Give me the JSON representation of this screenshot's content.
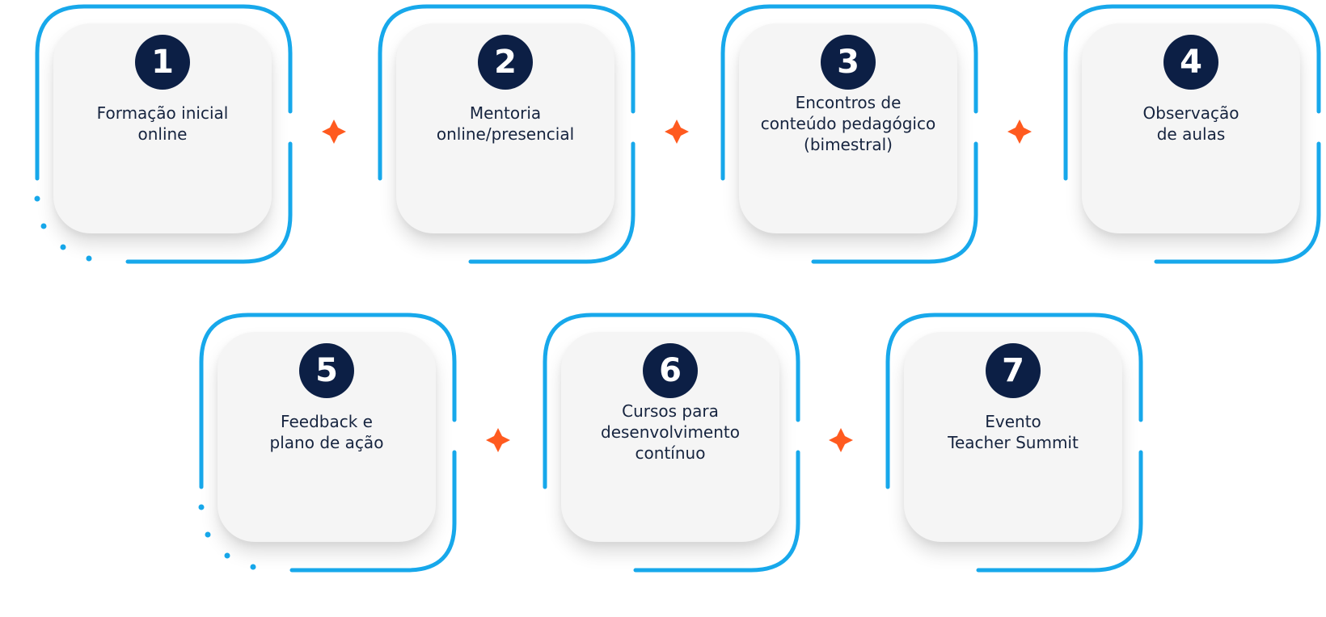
{
  "colors": {
    "outline": "#17a8eb",
    "connector_star": "#ff5a1f",
    "card_background": "#f5f5f5",
    "badge_background": "#0c1f45",
    "badge_text": "#ffffff",
    "label_text": "#16243f"
  },
  "steps": [
    {
      "number": "1",
      "lines": [
        "Formação inicial",
        "online"
      ]
    },
    {
      "number": "2",
      "lines": [
        "Mentoria",
        "online/presencial"
      ]
    },
    {
      "number": "3",
      "lines": [
        "Encontros de",
        "conteúdo pedagógico",
        "(bimestral)"
      ]
    },
    {
      "number": "4",
      "lines": [
        "Observação",
        "de aulas"
      ]
    },
    {
      "number": "5",
      "lines": [
        "Feedback e",
        "plano de ação"
      ]
    },
    {
      "number": "6",
      "lines": [
        "Cursos para",
        "desenvolvimento",
        "contínuo"
      ]
    },
    {
      "number": "7",
      "lines": [
        "Evento",
        "Teacher Summit"
      ]
    }
  ]
}
